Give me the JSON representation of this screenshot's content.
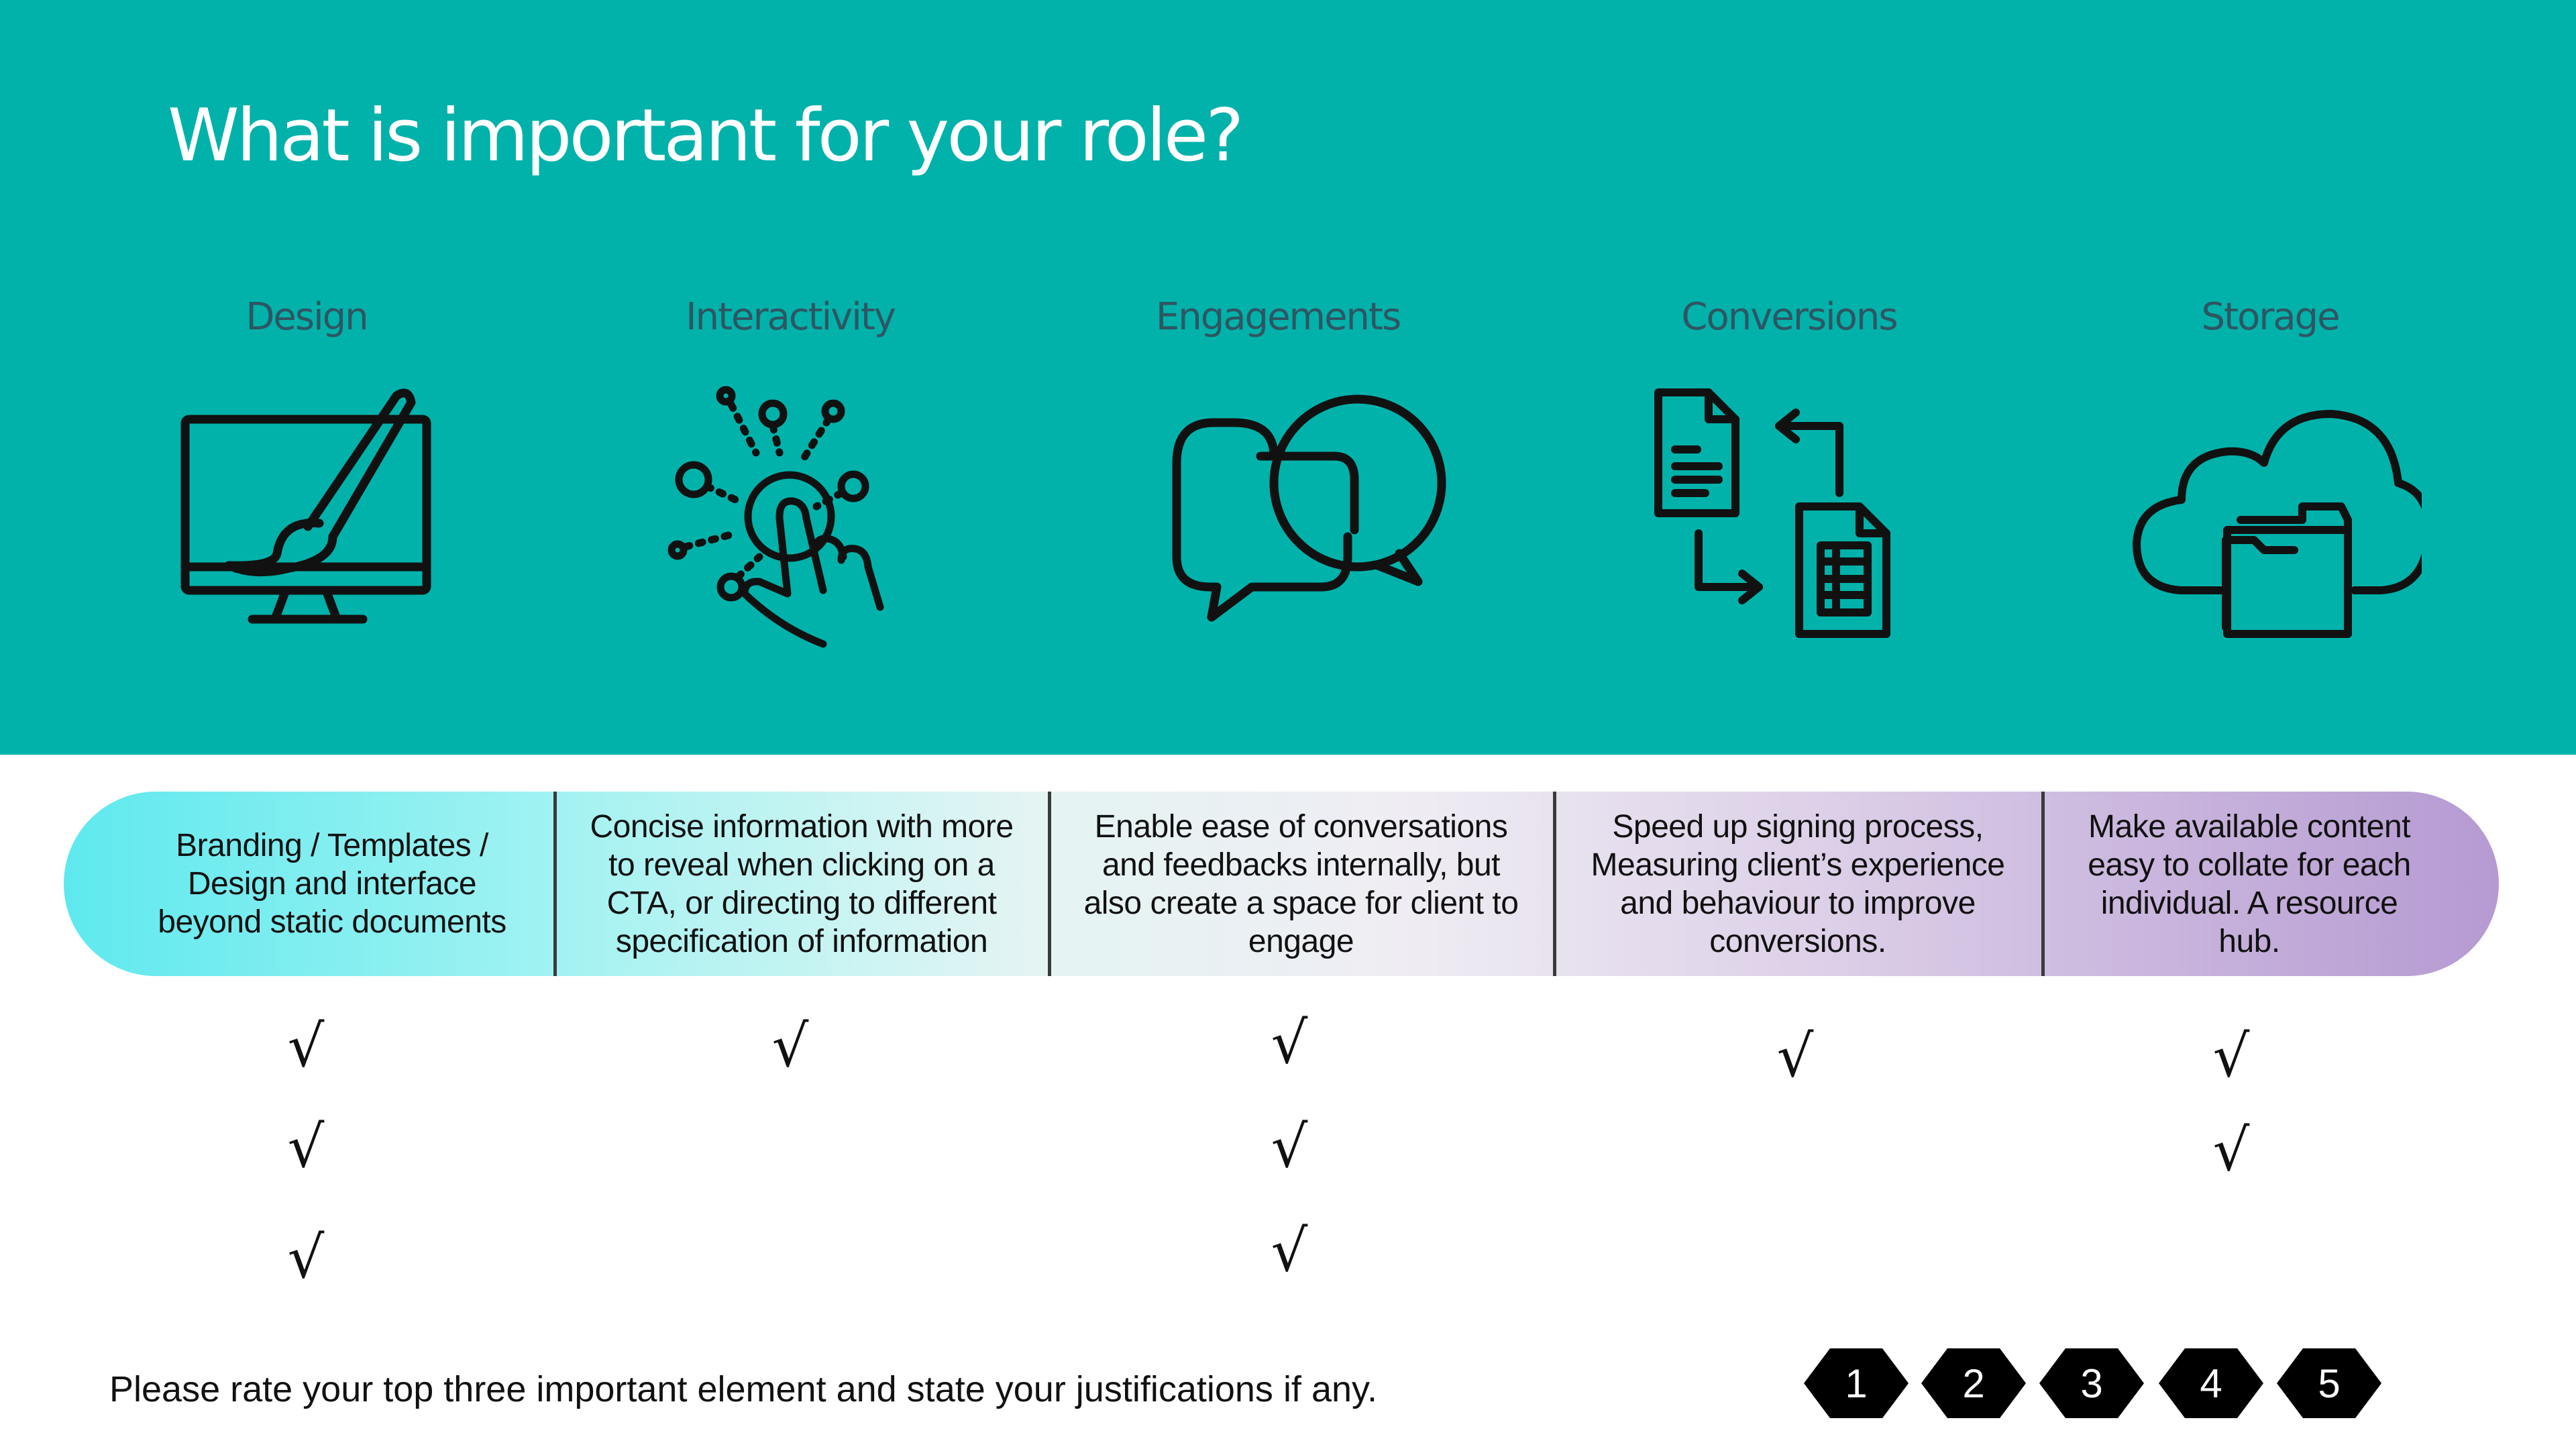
{
  "title": "What is important for your role?",
  "categories": [
    {
      "label": "Design",
      "icon": "monitor-paintbrush-icon",
      "description_lines": [
        "Branding / Templates /",
        "Design and interface",
        "beyond static documents"
      ],
      "checks": 3
    },
    {
      "label": "Interactivity",
      "icon": "touch-hand-icon",
      "description_lines": [
        "Concise information with more",
        "to reveal when clicking on a",
        "CTA,  or directing to different",
        "specification of information"
      ],
      "checks": 1
    },
    {
      "label": "Engagements",
      "icon": "chat-bubbles-icon",
      "description_lines": [
        "Enable ease of conversations",
        "and feedbacks internally, but",
        "also create a space for client to",
        "engage"
      ],
      "checks": 3
    },
    {
      "label": "Conversions",
      "icon": "document-exchange-icon",
      "description_lines": [
        "Speed up signing process,",
        "Measuring client’s experience",
        "and behaviour to improve",
        "conversions."
      ],
      "checks": 1
    },
    {
      "label": "Storage",
      "icon": "cloud-folder-icon",
      "description_lines": [
        "Make  available content",
        "easy to collate for each",
        "individual. A resource",
        "hub."
      ],
      "checks": 2
    }
  ],
  "check_mark": "√",
  "footer_note": "Please rate your top three important element and state your justifications if any.",
  "rating_scale": [
    "1",
    "2",
    "3",
    "4",
    "5"
  ],
  "colors": {
    "band": "#00b2aa",
    "label": "#2f5563",
    "title": "#ffffff",
    "pill_start": "#5ee9ee",
    "pill_end": "#b59ad2"
  }
}
